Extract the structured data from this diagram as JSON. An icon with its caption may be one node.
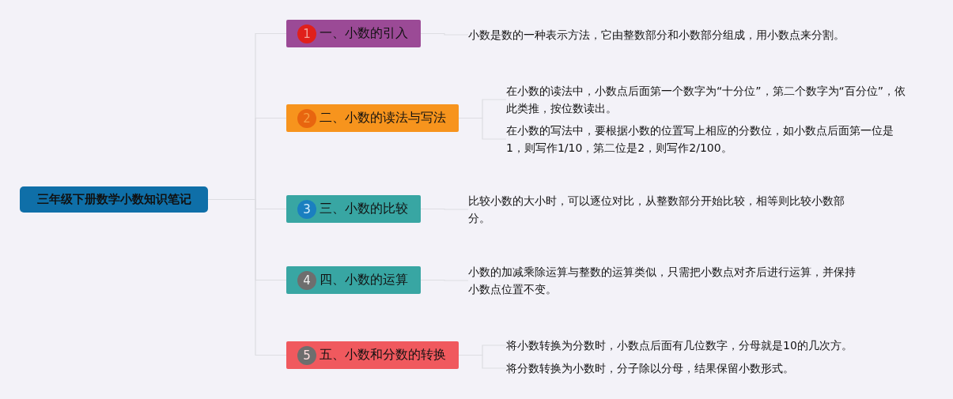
{
  "diagram": {
    "nodes": [
      {
        "text": [
          "三年级下册数学小数知识笔记"
        ]
      },
      {
        "text": [
          "1",
          "一、小数的引入"
        ]
      },
      {
        "text": [
          "2",
          "二、小数的读法与写法"
        ]
      },
      {
        "text": [
          "3",
          "三、小数的比较"
        ]
      },
      {
        "text": [
          "4",
          "四、小数的运算"
        ]
      },
      {
        "text": [
          "5",
          "五、小数和分数的转换"
        ]
      },
      {
        "text": [
          "小数是数的一种表示方法，它由整数部分和小数部分组成，用小数点来分割。"
        ]
      },
      {
        "text": [
          "在小数的读法中，小数点后面第一个数字为“十分位”，第二个数字为“百分位”，依此类推，按位数读出。"
        ]
      },
      {
        "text": [
          "在小数的写法中，要根据小数的位置写上相应的分数位，如小数点后面第一位是1，则写作1/10，第二位是2，则写作2/100。"
        ]
      },
      {
        "text": [
          "比较小数的大小时，可以逐位对比，从整数部分开始比较，相等则比较小数部分。"
        ]
      },
      {
        "text": [
          "小数的加减乘除运算与整数的运算类似，只需把小数点对齐后进行运算，并保持小数点位置不变。"
        ]
      },
      {
        "text": [
          "将小数转换为分数时，小数点后面有几位数字，分母就是10的几次方。"
        ]
      },
      {
        "text": [
          "将分数转换为小数时，分子除以分母，结果保留小数形式。"
        ]
      }
    ],
    "edges": [
      {
        "from": 0,
        "to": 1,
        "arrow": "none"
      },
      {
        "from": 0,
        "to": 2,
        "arrow": "none"
      },
      {
        "from": 0,
        "to": 3,
        "arrow": "none"
      },
      {
        "from": 0,
        "to": 4,
        "arrow": "none"
      },
      {
        "from": 0,
        "to": 5,
        "arrow": "none"
      },
      {
        "from": 1,
        "to": 6,
        "arrow": "none"
      },
      {
        "from": 2,
        "to": 7,
        "arrow": "none"
      },
      {
        "from": 2,
        "to": 8,
        "arrow": "none"
      },
      {
        "from": 3,
        "to": 9,
        "arrow": "none"
      },
      {
        "from": 4,
        "to": 10,
        "arrow": "none"
      },
      {
        "from": 5,
        "to": 11,
        "arrow": "none"
      },
      {
        "from": 5,
        "to": 12,
        "arrow": "none"
      }
    ]
  }
}
